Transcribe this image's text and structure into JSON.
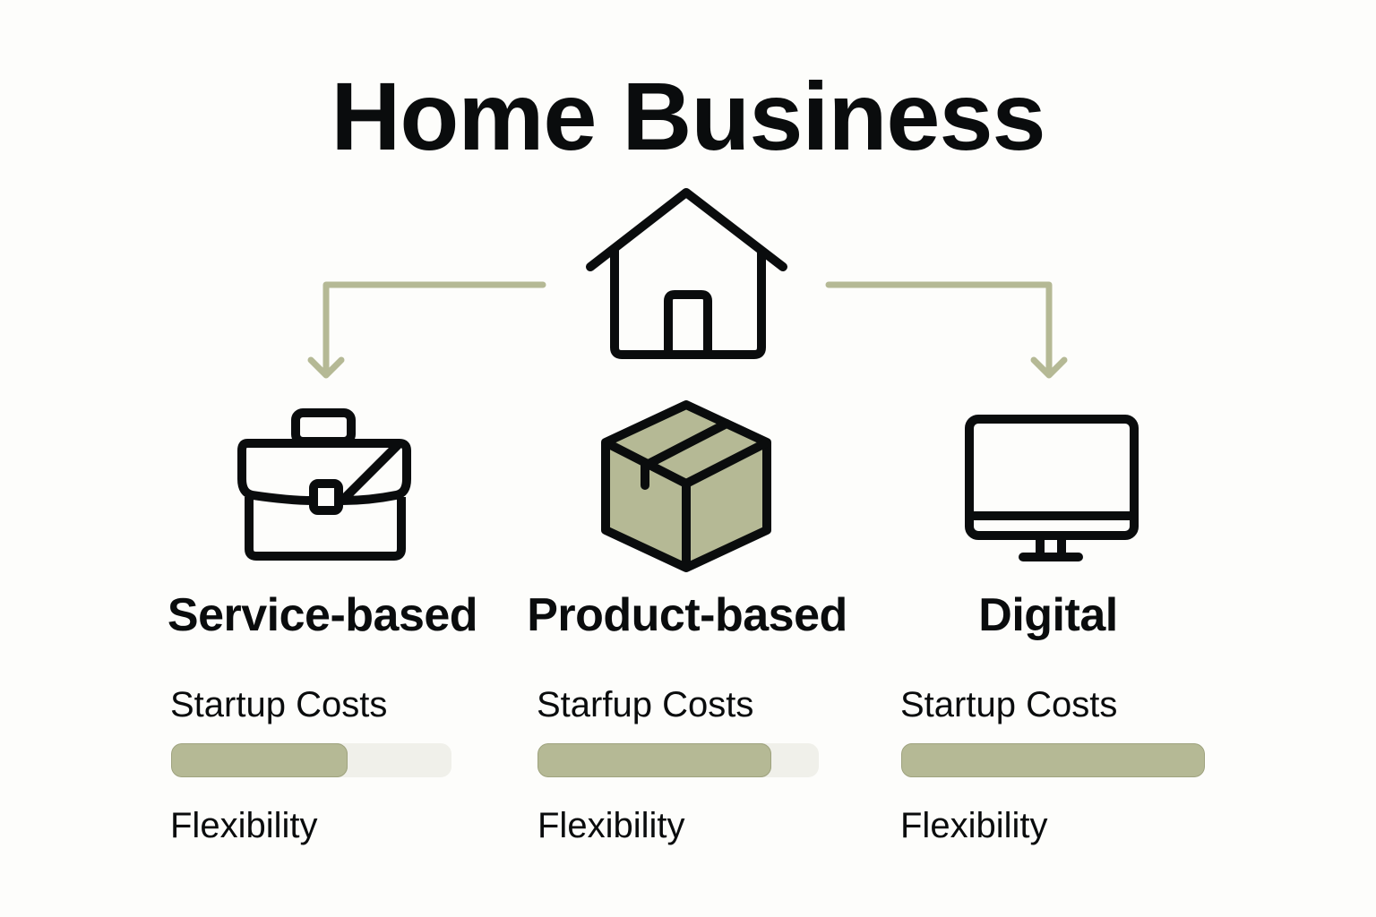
{
  "title": "Home Business",
  "colors": {
    "accent": "#b5b995",
    "track": "#f0f0ea",
    "ink": "#0a0c0d",
    "background": "#fdfdfb"
  },
  "root": {
    "icon": "house-icon"
  },
  "categories": [
    {
      "label": "Service-based",
      "icon": "briefcase-icon",
      "metrics": [
        {
          "label": "Startup Costs",
          "value_percent": 63
        },
        {
          "label": "Flexibility"
        }
      ]
    },
    {
      "label": "Product-based",
      "icon": "box-icon",
      "metrics": [
        {
          "label": "Starfup Costs",
          "value_percent": 83
        },
        {
          "label": "Flexibility"
        }
      ]
    },
    {
      "label": "Digital",
      "icon": "monitor-icon",
      "metrics": [
        {
          "label": "Startup Costs",
          "value_percent": 100
        },
        {
          "label": "Flexibility"
        }
      ]
    }
  ]
}
